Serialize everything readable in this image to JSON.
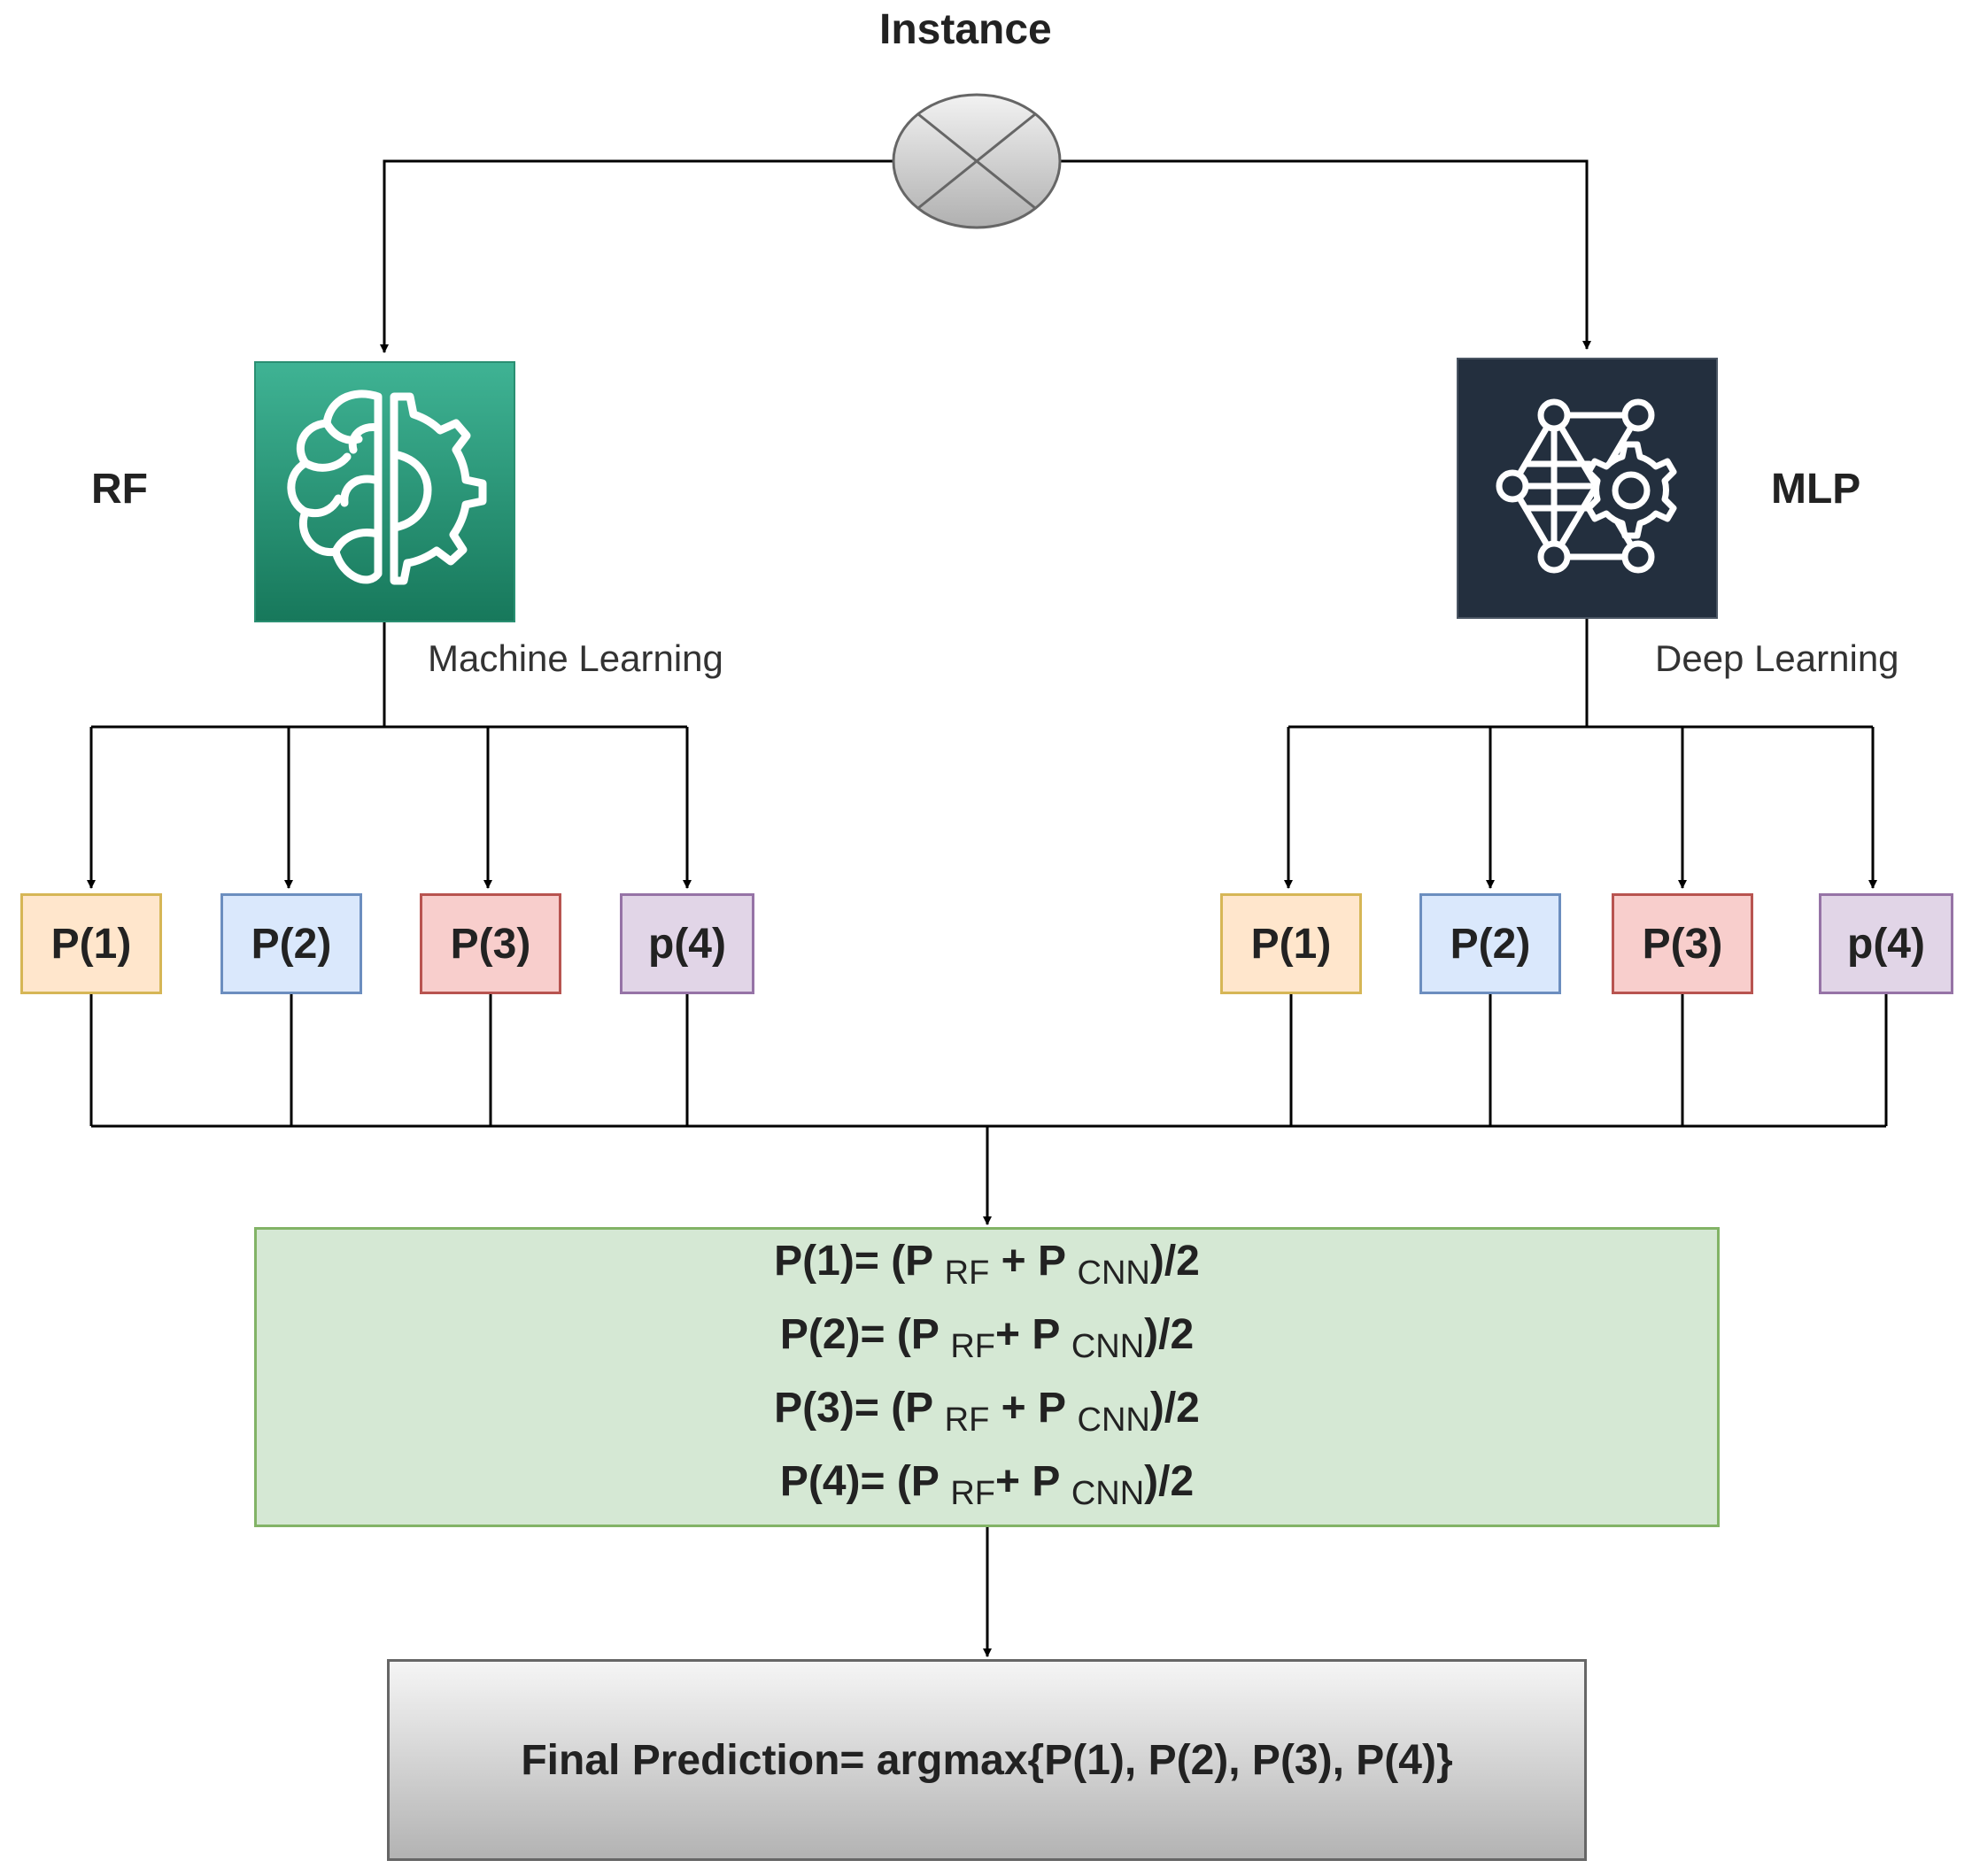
{
  "diagram": {
    "title": "Instance",
    "left_model": {
      "label": "RF",
      "caption": "Machine Learning",
      "icon": "machine-learning-brain-gear-icon",
      "color": "#1f8f6e"
    },
    "right_model": {
      "label": "MLP",
      "caption": "Deep Learning",
      "icon": "deep-learning-network-gear-icon",
      "color": "#232f3e"
    },
    "left_probs": [
      {
        "label": "P(1)",
        "fill": "#ffe6cc",
        "stroke": "#d6b656"
      },
      {
        "label": "P(2)",
        "fill": "#dae8fc",
        "stroke": "#6c8ebf"
      },
      {
        "label": "P(3)",
        "fill": "#f8cecc",
        "stroke": "#b85450"
      },
      {
        "label": "p(4)",
        "fill": "#e1d5e7",
        "stroke": "#9673a6"
      }
    ],
    "right_probs": [
      {
        "label": "P(1)",
        "fill": "#ffe6cc",
        "stroke": "#d6b656"
      },
      {
        "label": "P(2)",
        "fill": "#dae8fc",
        "stroke": "#6c8ebf"
      },
      {
        "label": "P(3)",
        "fill": "#f8cecc",
        "stroke": "#b85450"
      },
      {
        "label": "p(4)",
        "fill": "#e1d5e7",
        "stroke": "#9673a6"
      }
    ],
    "formulas": [
      {
        "lhs": "P(1)= (P ",
        "sub1": "RF",
        "mid": " + P ",
        "sub2": "CNN",
        "rhs": ")/2"
      },
      {
        "lhs": "P(2)= (P ",
        "sub1": "RF",
        "mid": "+ P ",
        "sub2": "CNN",
        "rhs": ")/2"
      },
      {
        "lhs": "P(3)= (P ",
        "sub1": "RF",
        "mid": " + P ",
        "sub2": "CNN",
        "rhs": ")/2"
      },
      {
        "lhs": "P(4)= (P ",
        "sub1": "RF",
        "mid": "+ P ",
        "sub2": "CNN",
        "rhs": ")/2"
      }
    ],
    "final": "Final Prediction= argmax{P(1), P(2), P(3), P(4)}"
  }
}
